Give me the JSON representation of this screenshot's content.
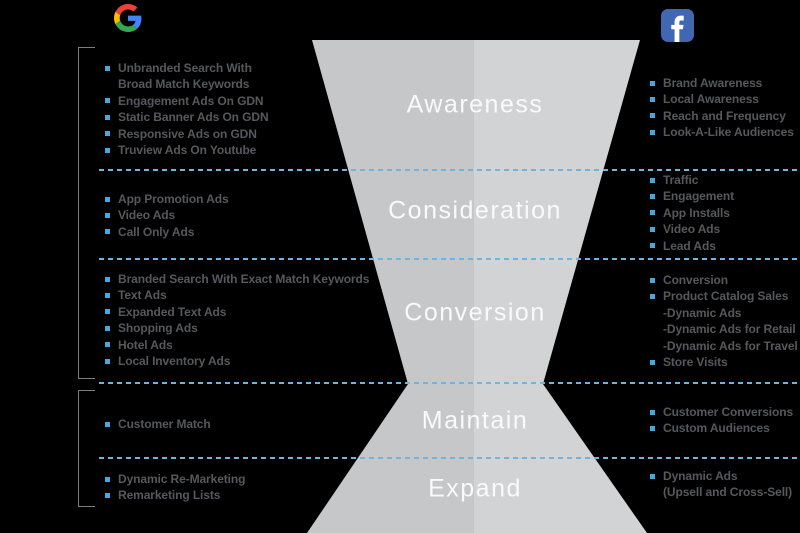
{
  "logos": {
    "left": "google-logo",
    "right": "facebook-logo"
  },
  "stages": [
    {
      "label": "Awareness"
    },
    {
      "label": "Consideration"
    },
    {
      "label": "Conversion"
    },
    {
      "label": "Maintain"
    },
    {
      "label": "Expand"
    }
  ],
  "google": {
    "awareness": [
      {
        "text": "Unbranded Search With\nBroad Match Keywords"
      },
      {
        "text": "Engagement Ads On GDN"
      },
      {
        "text": "Static Banner Ads On GDN"
      },
      {
        "text": "Responsive Ads on GDN"
      },
      {
        "text": "Truview Ads On Youtube"
      }
    ],
    "consideration": [
      {
        "text": "App Promotion Ads"
      },
      {
        "text": "Video Ads"
      },
      {
        "text": "Call Only Ads"
      }
    ],
    "conversion": [
      {
        "text": "Branded Search With Exact Match Keywords"
      },
      {
        "text": "Text Ads"
      },
      {
        "text": "Expanded Text Ads"
      },
      {
        "text": "Shopping Ads"
      },
      {
        "text": "Hotel Ads"
      },
      {
        "text": "Local Inventory Ads"
      }
    ],
    "maintain": [
      {
        "text": "Customer Match"
      }
    ],
    "expand": [
      {
        "text": "Dynamic Re-Marketing"
      },
      {
        "text": "Remarketing Lists"
      }
    ]
  },
  "facebook": {
    "awareness": [
      {
        "text": "Brand Awareness"
      },
      {
        "text": "Local Awareness"
      },
      {
        "text": "Reach and Frequency"
      },
      {
        "text": "Look-A-Like Audiences"
      }
    ],
    "consideration": [
      {
        "text": "Traffic"
      },
      {
        "text": "Engagement"
      },
      {
        "text": "App Installs"
      },
      {
        "text": "Video Ads"
      },
      {
        "text": "Lead Ads"
      }
    ],
    "conversion": [
      {
        "text": "Conversion"
      },
      {
        "text": "Product Catalog Sales"
      },
      {
        "text": "-Dynamic Ads",
        "sub": true
      },
      {
        "text": "-Dynamic Ads for Retail",
        "sub": true
      },
      {
        "text": "-Dynamic Ads for Travel",
        "sub": true
      },
      {
        "text": "Store Visits"
      }
    ],
    "maintain": [
      {
        "text": "Customer Conversions"
      },
      {
        "text": "Custom Audiences"
      }
    ],
    "expand": [
      {
        "text": "Dynamic Ads\n(Upsell and Cross-Sell)"
      }
    ]
  },
  "colors": {
    "bg": "#000000",
    "funnel_left": "#c6c7c9",
    "funnel_right": "#d2d3d5",
    "dash": "#6fb5e3",
    "bullet": "#49a7df",
    "text": "#55595d",
    "stage_text": "#fafafa",
    "bracket": "#7a7e81",
    "fb_blue": "#4267b2",
    "g_blue": "#4285F4",
    "g_red": "#EA4335",
    "g_yellow": "#FBBC05",
    "g_green": "#34A853"
  }
}
